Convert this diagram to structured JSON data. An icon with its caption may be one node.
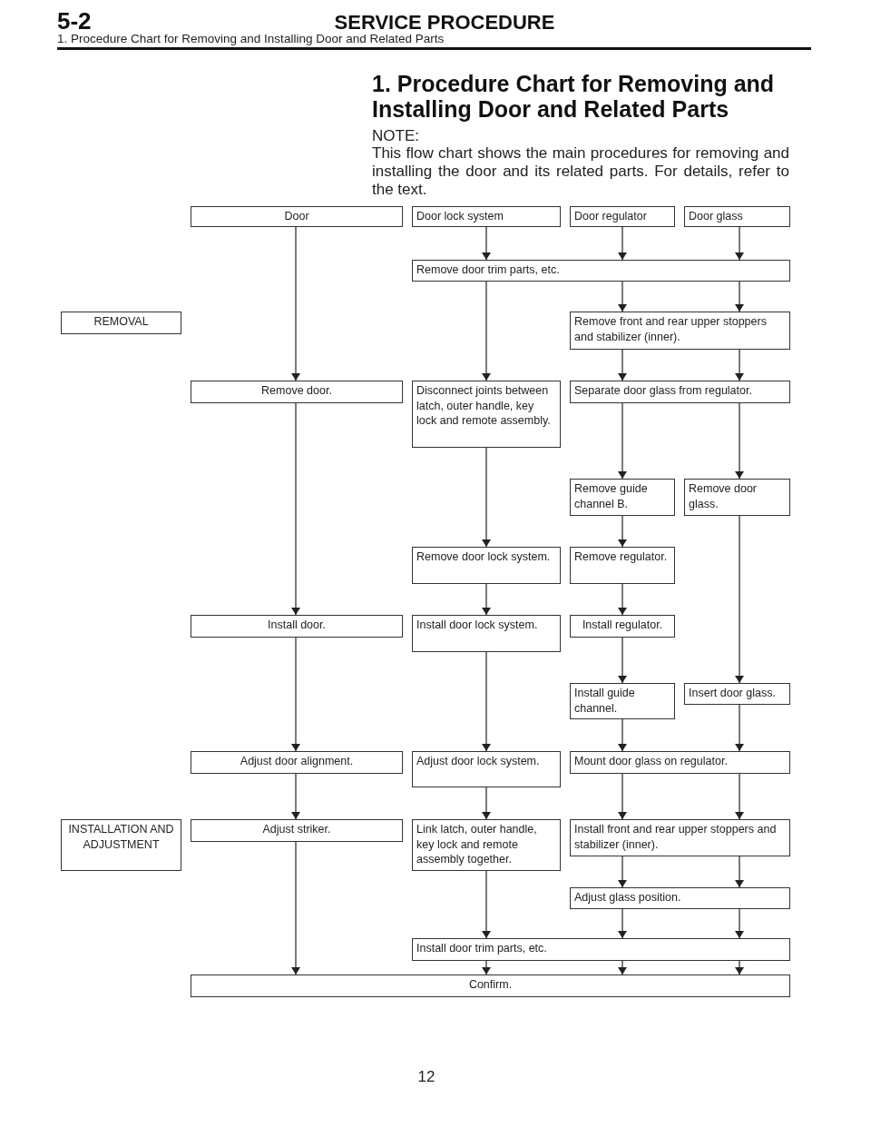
{
  "diagram": {
    "title": "1. Procedure Chart for Removing and Installing Door and Related Parts",
    "nodes": [
      {
        "text": [
          "REMOVAL"
        ]
      },
      {
        "text": [
          "Door"
        ]
      },
      {
        "text": [
          "Door lock system"
        ]
      },
      {
        "text": [
          "Door regulator"
        ]
      },
      {
        "text": [
          "Door glass"
        ]
      },
      {
        "text": [
          "Remove door trim parts, etc."
        ]
      },
      {
        "text": [
          "Remove front and rear upper stoppers and stabilizer (inner)."
        ]
      },
      {
        "text": [
          "Remove door."
        ]
      },
      {
        "text": [
          "Disconnect joints between latch, outer handle, key lock and remote assembly."
        ]
      },
      {
        "text": [
          "Separate door glass from regulator."
        ]
      },
      {
        "text": [
          "Remove guide channel B."
        ]
      },
      {
        "text": [
          "Remove door glass."
        ]
      },
      {
        "text": [
          "Remove door lock system."
        ]
      },
      {
        "text": [
          "Remove regulator."
        ]
      },
      {
        "text": [
          "Install door."
        ]
      },
      {
        "text": [
          "Install door lock system."
        ]
      },
      {
        "text": [
          "Install regulator."
        ]
      },
      {
        "text": [
          "Install guide channel."
        ]
      },
      {
        "text": [
          "Insert door glass."
        ]
      },
      {
        "text": [
          "Adjust door alignment."
        ]
      },
      {
        "text": [
          "Adjust door lock system."
        ]
      },
      {
        "text": [
          "Mount door glass on regulator."
        ]
      },
      {
        "text": [
          "INSTALLATION AND ADJUSTMENT"
        ]
      },
      {
        "text": [
          "Adjust striker."
        ]
      },
      {
        "text": [
          "Link latch, outer handle, key lock and remote assembly together."
        ]
      },
      {
        "text": [
          "Install front and rear upper stoppers and stabilizer (inner)."
        ]
      },
      {
        "text": [
          "Adjust glass position."
        ]
      },
      {
        "text": [
          "Install door trim parts, etc."
        ]
      },
      {
        "text": [
          "Confirm."
        ]
      }
    ],
    "edges": [
      {
        "from": 1,
        "to": 7,
        "arrow": "to"
      },
      {
        "from": 2,
        "to": 5,
        "arrow": "to"
      },
      {
        "from": 3,
        "to": 5,
        "arrow": "to"
      },
      {
        "from": 4,
        "to": 5,
        "arrow": "to"
      },
      {
        "from": 5,
        "to": 6,
        "arrow": "to"
      },
      {
        "from": 5,
        "to": 6,
        "arrow": "to"
      },
      {
        "from": 5,
        "to": 8,
        "arrow": "to"
      },
      {
        "from": 6,
        "to": 9,
        "arrow": "to"
      },
      {
        "from": 6,
        "to": 9,
        "arrow": "to"
      },
      {
        "from": 7,
        "to": 14,
        "arrow": "to"
      },
      {
        "from": 8,
        "to": 12,
        "arrow": "to"
      },
      {
        "from": 9,
        "to": 10,
        "arrow": "to"
      },
      {
        "from": 9,
        "to": 11,
        "arrow": "to"
      },
      {
        "from": 10,
        "to": 13,
        "arrow": "to"
      },
      {
        "from": 11,
        "to": 18,
        "arrow": "to"
      },
      {
        "from": 12,
        "to": 15,
        "arrow": "to"
      },
      {
        "from": 13,
        "to": 16,
        "arrow": "to"
      },
      {
        "from": 14,
        "to": 19,
        "arrow": "to"
      },
      {
        "from": 15,
        "to": 20,
        "arrow": "to"
      },
      {
        "from": 16,
        "to": 17,
        "arrow": "to"
      },
      {
        "from": 17,
        "to": 21,
        "arrow": "to"
      },
      {
        "from": 18,
        "to": 21,
        "arrow": "to"
      },
      {
        "from": 19,
        "to": 23,
        "arrow": "to"
      },
      {
        "from": 20,
        "to": 24,
        "arrow": "to"
      },
      {
        "from": 21,
        "to": 25,
        "arrow": "to"
      },
      {
        "from": 21,
        "to": 25,
        "arrow": "to"
      },
      {
        "from": 23,
        "to": 28,
        "arrow": "to"
      },
      {
        "from": 24,
        "to": 27,
        "arrow": "to"
      },
      {
        "from": 25,
        "to": 26,
        "arrow": "to"
      },
      {
        "from": 25,
        "to": 26,
        "arrow": "to"
      },
      {
        "from": 26,
        "to": 27,
        "arrow": "to"
      },
      {
        "from": 26,
        "to": 27,
        "arrow": "to"
      },
      {
        "from": 27,
        "to": 28,
        "arrow": "to"
      },
      {
        "from": 27,
        "to": 28,
        "arrow": "to"
      },
      {
        "from": 27,
        "to": 28,
        "arrow": "to"
      }
    ],
    "labels": [
      "5-2",
      "SERVICE PROCEDURE",
      "1. Procedure Chart for Removing and Installing Door and Related Parts",
      "NOTE:",
      "This flow chart shows the main procedures for removing and installing the door and its related parts. For details, refer to the text.",
      "12"
    ]
  }
}
